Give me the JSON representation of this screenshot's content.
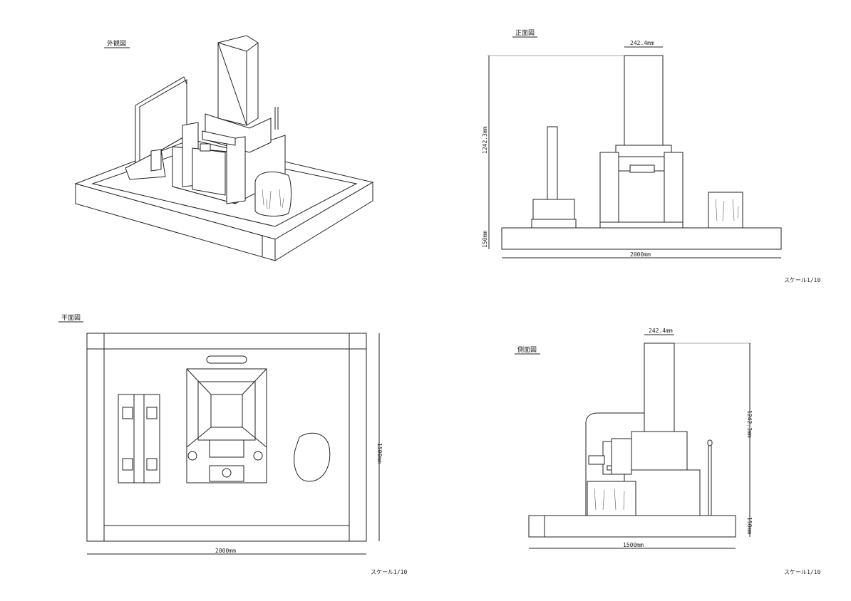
{
  "views": {
    "exterior": {
      "title": "外観図"
    },
    "front": {
      "title": "正面図",
      "width_dim": "242.4mm",
      "height_dim": "1242.3mm",
      "base_dim": "150mm",
      "total_dim": "2000mm",
      "scale": "スケール1/10"
    },
    "plan": {
      "title": "平面図",
      "side_dim": "1500mm",
      "total_dim": "2000mm",
      "scale": "スケール1/10"
    },
    "side": {
      "title": "側面図",
      "width_dim": "242.4mm",
      "height_dim": "1242.3mm",
      "base_dim": "150mm",
      "total_dim": "1500mm",
      "scale": "スケール1/10"
    }
  }
}
